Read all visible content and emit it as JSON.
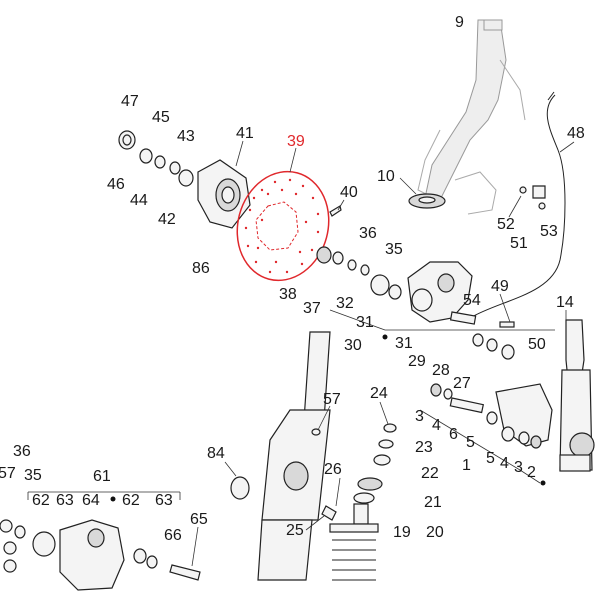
{
  "labels": {
    "l9": "9",
    "l47": "47",
    "l45": "45",
    "l43": "43",
    "l41": "41",
    "l39": "39",
    "l46": "46",
    "l44": "44",
    "l42": "42",
    "l86": "86",
    "l10": "10",
    "l40": "40",
    "l48": "48",
    "l52": "52",
    "l51": "51",
    "l53": "53",
    "l36a": "36",
    "l35a": "35",
    "l38": "38",
    "l37": "37",
    "l32": "32",
    "l31a": "31",
    "l49": "49",
    "l54": "54",
    "l14": "14",
    "l30": "30",
    "l31b": "31",
    "l50": "50",
    "l29": "29",
    "l28": "28",
    "l27": "27",
    "l57": "57",
    "l24": "24",
    "l3a": "3",
    "l4a": "4",
    "l6": "6",
    "l5a": "5",
    "l23": "23",
    "l84": "84",
    "l5b": "5",
    "l4b": "4",
    "l3b": "3",
    "l2": "2",
    "l22": "22",
    "l1": "1",
    "l36b": "36",
    "l26": "26",
    "l21": "21",
    "l57b": "57",
    "l35b": "35",
    "l61": "61",
    "l62a": "62",
    "l63a": "63",
    "l64": "64",
    "l62b": "62",
    "l63b": "63",
    "l66": "66",
    "l65": "65",
    "l19": "19",
    "l20": "20",
    "l25": "25"
  },
  "colors": {
    "highlight": "#e0282c",
    "ink": "#1a1a1a"
  },
  "icons": {
    "highlighted_part": "brake-disc-icon"
  }
}
